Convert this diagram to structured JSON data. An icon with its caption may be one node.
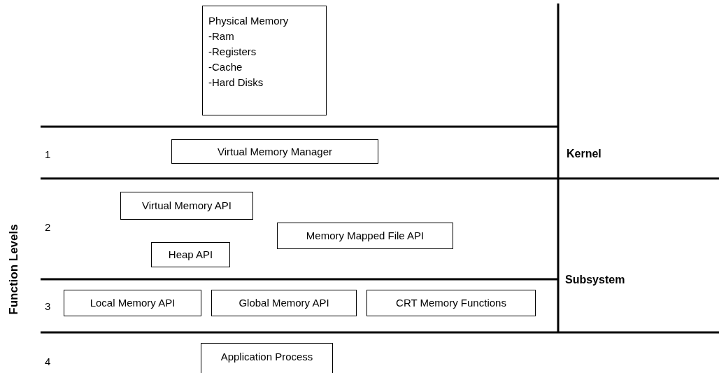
{
  "diagram": {
    "nodes": [
      {
        "text": [
          "Physical Memory",
          "-Ram",
          "-Registers",
          "-Cache",
          "-Hard Disks"
        ]
      },
      {
        "text": [
          "Virtual Memory Manager"
        ]
      },
      {
        "text": [
          "Virtual Memory API"
        ]
      },
      {
        "text": [
          "Memory Mapped File API"
        ]
      },
      {
        "text": [
          "Heap API"
        ]
      },
      {
        "text": [
          "Local Memory API"
        ]
      },
      {
        "text": [
          "Global Memory API"
        ]
      },
      {
        "text": [
          "CRT Memory Functions"
        ]
      },
      {
        "text": [
          "Application Process"
        ]
      }
    ],
    "edges": [],
    "labels": [
      "Kernel",
      "1",
      "2",
      "Function Levels",
      "Subsystem",
      "3",
      "4"
    ]
  }
}
